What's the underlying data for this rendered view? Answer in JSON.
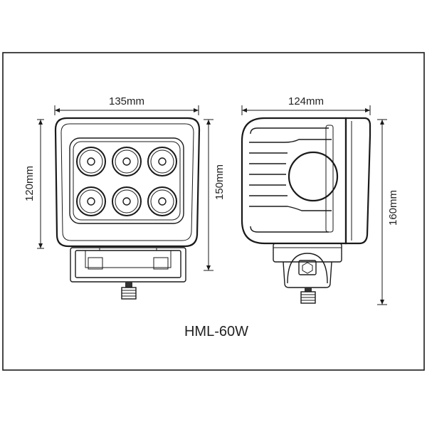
{
  "diagram": {
    "model": "HML-60W",
    "front_view": {
      "width_label": "135mm",
      "height_label": "150mm",
      "lens_height_label": "120mm",
      "led_count": 6
    },
    "side_view": {
      "depth_label": "124mm",
      "height_label": "160mm"
    }
  }
}
